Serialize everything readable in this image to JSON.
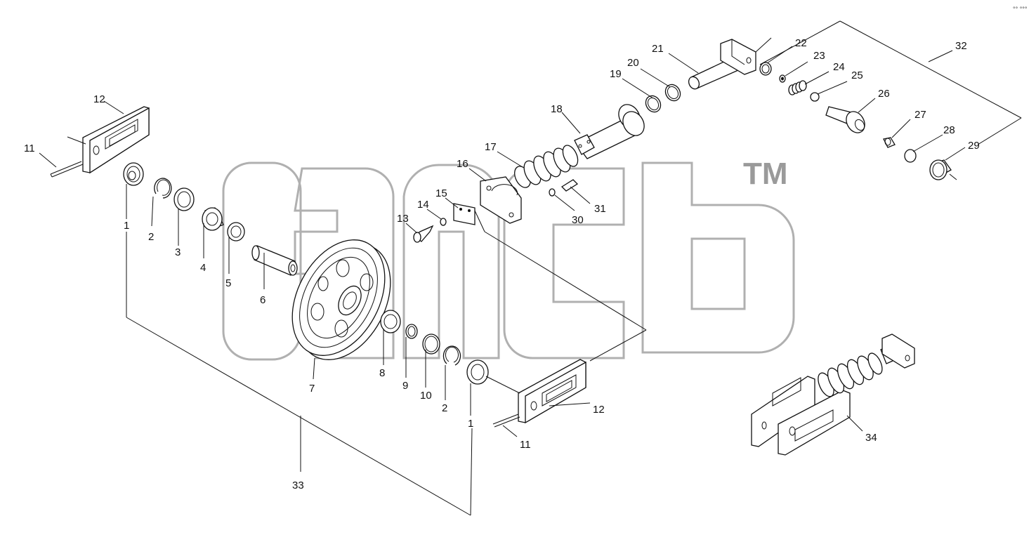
{
  "labels": {
    "p1": "1",
    "p2": "2",
    "p3": "3",
    "p4": "4",
    "p5": "5",
    "p6": "6",
    "p7": "7",
    "p8": "8",
    "p9": "9",
    "p10": "10",
    "p11": "11",
    "p12": "12",
    "p13": "13",
    "p14": "14",
    "p15": "15",
    "p16": "16",
    "p17": "17",
    "p18": "18",
    "p19": "19",
    "p20": "20",
    "p21": "21",
    "p22": "22",
    "p23": "23",
    "p24": "24",
    "p25": "25",
    "p26": "26",
    "p27": "27",
    "p28": "28",
    "p29": "29",
    "p30": "30",
    "p31": "31",
    "p32": "32",
    "p33": "33",
    "p34": "34"
  },
  "watermark": {
    "trademark": "TM"
  },
  "corner_mark": "°° °°°"
}
